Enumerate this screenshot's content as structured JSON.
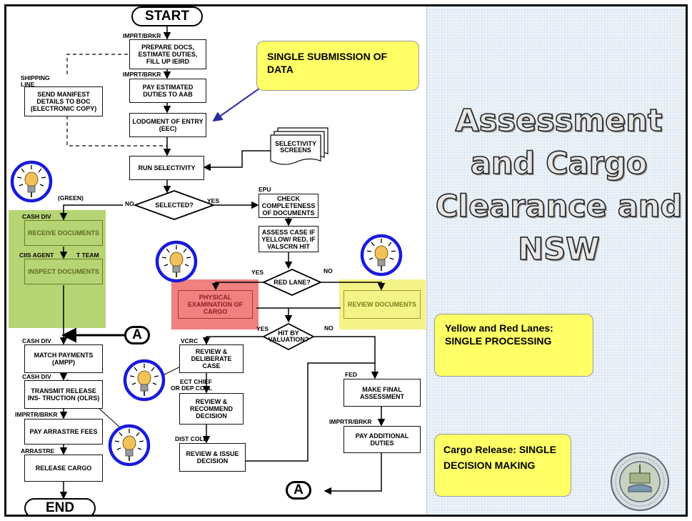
{
  "slide": {
    "title": "Assessment and Cargo Clearance and NSW"
  },
  "callouts": {
    "single_submission": "SINGLE SUBMISSION OF DATA",
    "yellow_red": "Yellow and Red Lanes:  SINGLE PROCESSING",
    "cargo_release": "Cargo Release: SINGLE DECISION MAKING"
  },
  "terminals": {
    "start": "START",
    "end": "END",
    "connector_a": "A"
  },
  "boxes": {
    "prepare_docs": "PREPARE DOCS, ESTIMATE DUTIES, FILL UP IEIRD",
    "pay_estimated": "PAY ESTIMATED DUTIES TO AAB",
    "send_manifest": "SEND MANIFEST DETAILS TO BOC (ELECTRONIC COPY)",
    "lodgment": "LODGMENT OF ENTRY (EEC)",
    "selectivity_screens": "SELECTIVITY SCREENS",
    "run_selectivity": "RUN SELECTIVITY",
    "check_completeness": "CHECK COMPLETENESS OF DOCUMENTS",
    "assess_case": "ASSESS CASE IF YELLOW/ RED, IF VALSCRN HIT",
    "receive_docs": "RECEIVE DOCUMENTS",
    "inspect_docs": "INSPECT DOCUMENTS",
    "physical_exam": "PHYSICAL EXAMINATION OF CARGO",
    "review_docs": "REVIEW DOCUMENTS",
    "match_payments": "MATCH PAYMENTS (AMPP)",
    "transmit_release": "TRANSMIT RELEASE INS- TRUCTION (OLRS)",
    "pay_arrastre": "PAY ARRASTRE FEES",
    "release_cargo": "RELEASE CARGO",
    "review_deliberate": "REVIEW & DELIBERATE CASE",
    "review_recommend": "REVIEW & RECOMMEND DECISION",
    "review_issue": "REVIEW & ISSUE DECISION",
    "make_final": "MAKE FINAL ASSESSMENT",
    "pay_additional": "PAY ADDITIONAL DUTIES"
  },
  "decisions": {
    "selected": "SELECTED?",
    "red_lane": "RED LANE?",
    "hit_by_valuation": "HIT BY VALUATION?"
  },
  "labels": {
    "imprt_brkr_1": "IMPRT/BRKR",
    "imprt_brkr_2": "IMPRT/BRKR",
    "shipping_line": "SHIPPING LINE",
    "epu": "EPU",
    "green": "(GREEN)",
    "no_1": "NO",
    "yes_1": "YES",
    "cash_div_1": "CASH DIV",
    "cis_agent": "CIIS AGENT",
    "team": "T TEAM",
    "yes_2": "YES",
    "no_2": "NO",
    "yes_3": "YES",
    "no_3": "NO",
    "cash_div_2": "CASH DIV",
    "cash_div_3": "CASH DIV",
    "imprtr_brkr_3": "IMPRTR/BRKR",
    "arrastre": "ARRASTRE",
    "vcrc": "VCRC",
    "ect_chief": "ECT CHIEF",
    "dep_coll": "OR DEP COLL",
    "dist_coll": "DIST COLL",
    "fed": "FED",
    "imprtr_brkr_4": "IMPRTR/BRKR"
  }
}
